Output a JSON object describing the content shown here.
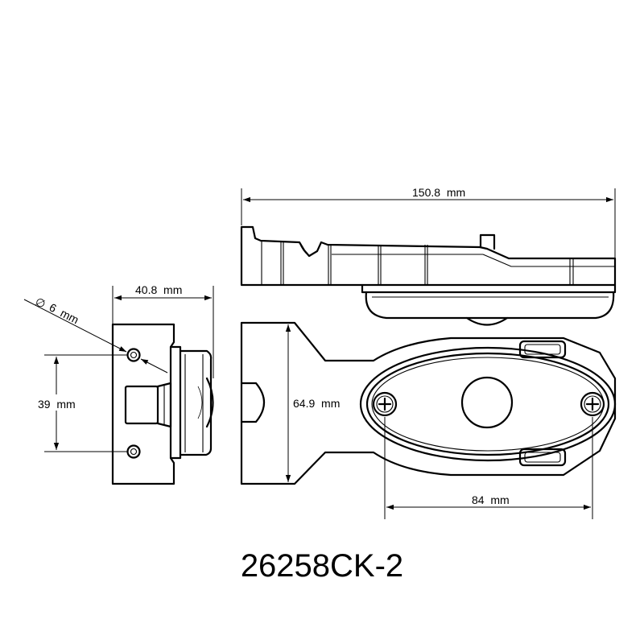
{
  "drawing": {
    "model_number": "26258CK-2",
    "dimensions": {
      "total_length": "150.8  mm",
      "side_depth": "40.8  mm",
      "hole_diameter": "6  mm",
      "diameter_symbol": "∅",
      "hole_spacing": "39  mm",
      "bracket_height": "64.9  mm",
      "lens_hole_spacing": "84  mm"
    },
    "colors": {
      "line": "#000000",
      "background": "#ffffff"
    }
  }
}
